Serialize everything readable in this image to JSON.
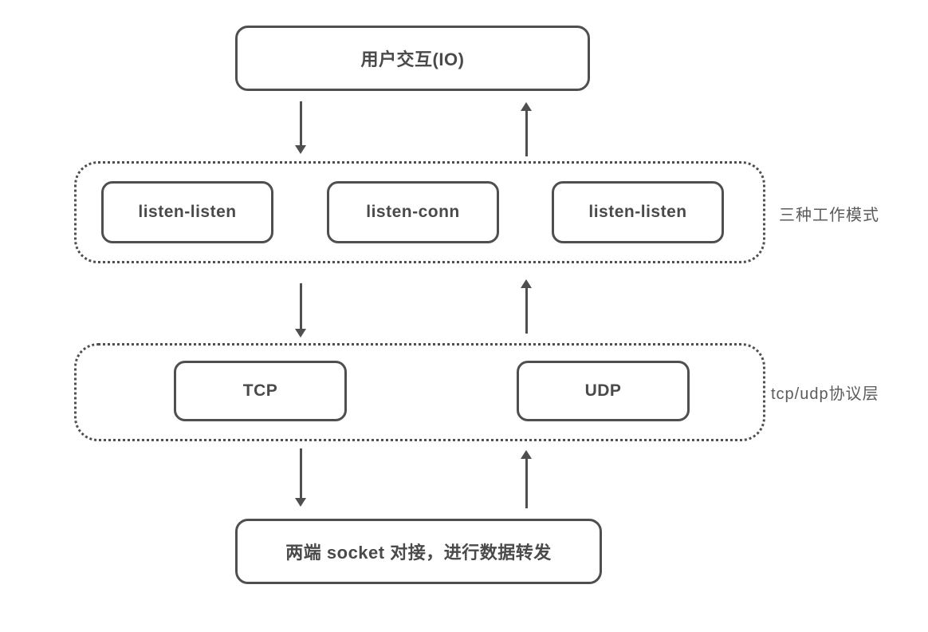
{
  "colors": {
    "stroke": "#4f4f4f",
    "text": "#4a4a4a",
    "side_label": "#5c5c5c",
    "background": "#ffffff"
  },
  "nodes": {
    "user_io": "用户交互(IO)",
    "mode_1": "listen-listen",
    "mode_2": "listen-conn",
    "mode_3": "listen-listen",
    "tcp": "TCP",
    "udp": "UDP",
    "socket_forward": "两端 socket 对接，进行数据转发"
  },
  "group_labels": {
    "work_modes": "三种工作模式",
    "protocol_layer": "tcp/udp协议层"
  }
}
